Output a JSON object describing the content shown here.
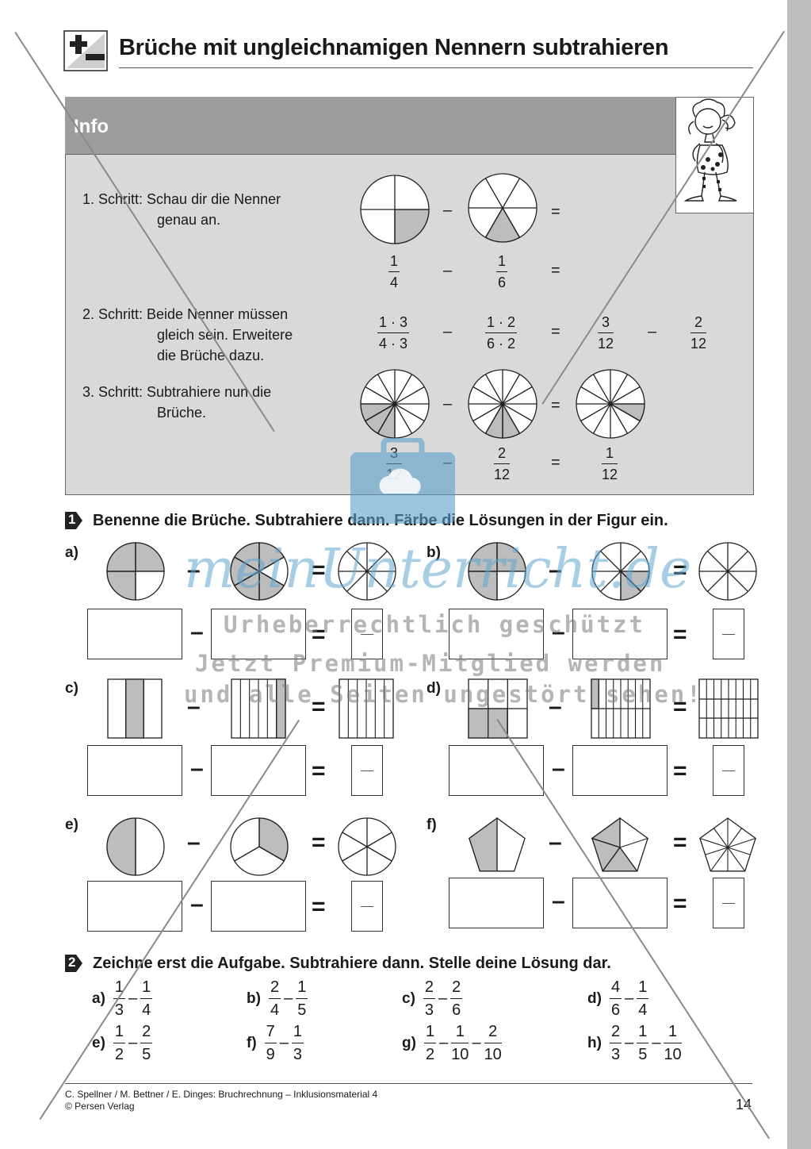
{
  "title": "Brüche mit ungleichnamigen Nennern subtrahieren",
  "info": {
    "heading": "Info",
    "step1_line1": "1. Schritt: Schau dir die Nenner",
    "step1_line2": "genau an.",
    "step2_line1": "2. Schritt: Beide Nenner müssen",
    "step2_line2": "gleich sein. Erweitere",
    "step2_line3": "die Brüche dazu.",
    "step3_line1": "3. Schritt: Subtrahiere nun die",
    "step3_line2": "Brüche.",
    "minus": "–",
    "equals": "=",
    "row1": {
      "a_num": "1",
      "a_den": "4",
      "b_num": "1",
      "b_den": "6"
    },
    "row2": {
      "a_num": "1 · 3",
      "a_den": "4 · 3",
      "b_num": "1 · 2",
      "b_den": "6 · 2",
      "c_num": "3",
      "c_den": "12",
      "d_num": "2",
      "d_den": "12"
    },
    "row3": {
      "a_num": "3",
      "a_den": "12",
      "b_num": "2",
      "b_den": "12",
      "c_num": "1",
      "c_den": "12"
    }
  },
  "task1": {
    "number": "1",
    "text": "Benenne die Brüche. Subtrahiere dann. Färbe die Lösungen in der Figur ein.",
    "labels": [
      "a)",
      "b)",
      "c)",
      "d)",
      "e)",
      "f)"
    ],
    "minus": "–",
    "equals": "="
  },
  "task2": {
    "number": "2",
    "text": "Zeichne erst die Aufgabe. Subtrahiere dann. Stelle deine Lösung dar.",
    "exercises": [
      {
        "label": "a)",
        "fracs": [
          [
            "1",
            "3"
          ],
          [
            "1",
            "4"
          ]
        ]
      },
      {
        "label": "b)",
        "fracs": [
          [
            "2",
            "4"
          ],
          [
            "1",
            "5"
          ]
        ]
      },
      {
        "label": "c)",
        "fracs": [
          [
            "2",
            "3"
          ],
          [
            "2",
            "6"
          ]
        ]
      },
      {
        "label": "d)",
        "fracs": [
          [
            "4",
            "6"
          ],
          [
            "1",
            "4"
          ]
        ]
      },
      {
        "label": "e)",
        "fracs": [
          [
            "1",
            "2"
          ],
          [
            "2",
            "5"
          ]
        ]
      },
      {
        "label": "f)",
        "fracs": [
          [
            "7",
            "9"
          ],
          [
            "1",
            "3"
          ]
        ]
      },
      {
        "label": "g)",
        "fracs": [
          [
            "1",
            "2"
          ],
          [
            "1",
            "10"
          ],
          [
            "2",
            "10"
          ]
        ]
      },
      {
        "label": "h)",
        "fracs": [
          [
            "2",
            "3"
          ],
          [
            "1",
            "5"
          ],
          [
            "1",
            "10"
          ]
        ]
      }
    ]
  },
  "footer": {
    "line1": "C. Spellner / M. Bettner / E. Dinges: Bruchrechnung – Inklusionsmaterial 4",
    "line2": "© Persen Verlag",
    "page": "14"
  },
  "watermark": {
    "brand": "meinUnterricht.de",
    "line1": "Urheberrechtlich geschützt",
    "line2": "Jetzt Premium-Mitglied werden",
    "line3": "und alle Seiten ungestört sehen!"
  },
  "colors": {
    "shade": "#bdbdbd",
    "infobox": "#d9d9d9",
    "infohead": "#9d9d9d",
    "watermark_blue": "#5a9fcc"
  }
}
